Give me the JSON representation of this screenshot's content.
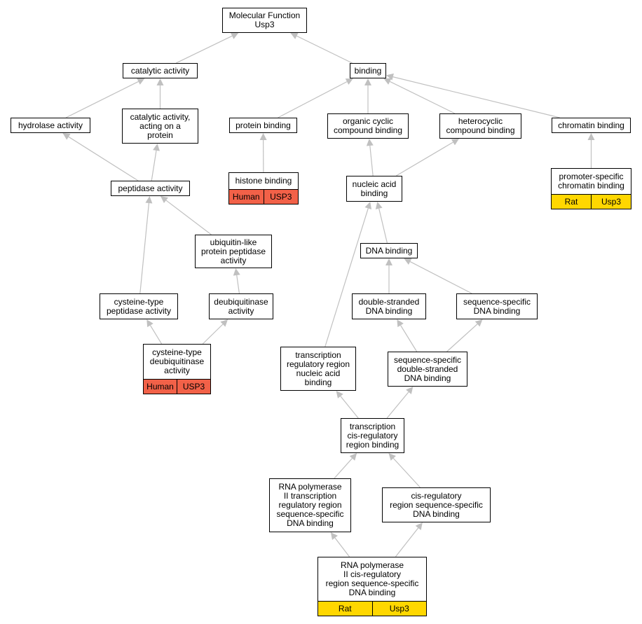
{
  "colors": {
    "edge": "#c0c0c0",
    "human": "#f26148",
    "rat": "#ffd700"
  },
  "nodes": {
    "mf": {
      "lines": [
        "Molecular Function",
        "Usp3"
      ]
    },
    "catalytic": {
      "lines": [
        "catalytic activity"
      ]
    },
    "binding": {
      "lines": [
        "binding"
      ]
    },
    "hydrolase": {
      "lines": [
        "hydrolase activity"
      ]
    },
    "catalytic_protein": {
      "lines": [
        "catalytic activity,",
        "acting on a",
        "protein"
      ]
    },
    "protein_binding": {
      "lines": [
        "protein binding"
      ]
    },
    "organic_cyclic": {
      "lines": [
        "organic cyclic",
        "compound binding"
      ]
    },
    "heterocyclic": {
      "lines": [
        "heterocyclic",
        "compound binding"
      ]
    },
    "chromatin_binding": {
      "lines": [
        "chromatin binding"
      ]
    },
    "peptidase": {
      "lines": [
        "peptidase activity"
      ]
    },
    "histone_binding": {
      "lines": [
        "histone binding"
      ],
      "annotation": [
        "Human",
        "USP3"
      ],
      "annotation_color": "human"
    },
    "nucleic_acid": {
      "lines": [
        "nucleic acid",
        "binding"
      ]
    },
    "promoter_chromatin": {
      "lines": [
        "promoter-specific",
        "chromatin binding"
      ],
      "annotation": [
        "Rat",
        "Usp3"
      ],
      "annotation_color": "rat"
    },
    "ubl_peptidase": {
      "lines": [
        "ubiquitin-like",
        "protein peptidase",
        "activity"
      ]
    },
    "dna_binding": {
      "lines": [
        "DNA binding"
      ]
    },
    "cys_peptidase": {
      "lines": [
        "cysteine-type",
        "peptidase activity"
      ]
    },
    "deubiquitinase": {
      "lines": [
        "deubiquitinase",
        "activity"
      ]
    },
    "ds_dna": {
      "lines": [
        "double-stranded",
        "DNA binding"
      ]
    },
    "ss_dna": {
      "lines": [
        "sequence-specific",
        "DNA binding"
      ]
    },
    "cys_deub": {
      "lines": [
        "cysteine-type",
        "deubiquitinase",
        "activity"
      ],
      "annotation": [
        "Human",
        "USP3"
      ],
      "annotation_color": "human"
    },
    "trr_nucleic": {
      "lines": [
        "transcription",
        "regulatory region",
        "nucleic acid",
        "binding"
      ]
    },
    "ss_ds_dna": {
      "lines": [
        "sequence-specific",
        "double-stranded",
        "DNA binding"
      ]
    },
    "cis_reg": {
      "lines": [
        "transcription",
        "cis-regulatory",
        "region binding"
      ]
    },
    "polii_trr": {
      "lines": [
        "RNA polymerase",
        "II transcription",
        "regulatory region",
        "sequence-specific",
        "DNA binding"
      ]
    },
    "cis_reg_ss": {
      "lines": [
        "cis-regulatory",
        "region sequence-specific",
        "DNA binding"
      ]
    },
    "polii_cis": {
      "lines": [
        "RNA polymerase",
        "II cis-regulatory",
        "region sequence-specific",
        "DNA binding"
      ],
      "annotation": [
        "Rat",
        "Usp3"
      ],
      "annotation_color": "rat"
    }
  },
  "edges": [
    [
      "catalytic",
      "mf"
    ],
    [
      "binding",
      "mf"
    ],
    [
      "hydrolase",
      "catalytic"
    ],
    [
      "catalytic_protein",
      "catalytic"
    ],
    [
      "protein_binding",
      "binding"
    ],
    [
      "organic_cyclic",
      "binding"
    ],
    [
      "heterocyclic",
      "binding"
    ],
    [
      "chromatin_binding",
      "binding"
    ],
    [
      "peptidase",
      "hydrolase"
    ],
    [
      "peptidase",
      "catalytic_protein"
    ],
    [
      "histone_binding",
      "protein_binding"
    ],
    [
      "nucleic_acid",
      "organic_cyclic"
    ],
    [
      "nucleic_acid",
      "heterocyclic"
    ],
    [
      "promoter_chromatin",
      "chromatin_binding"
    ],
    [
      "ubl_peptidase",
      "peptidase"
    ],
    [
      "cys_peptidase",
      "peptidase"
    ],
    [
      "deubiquitinase",
      "ubl_peptidase"
    ],
    [
      "cys_deub",
      "cys_peptidase"
    ],
    [
      "cys_deub",
      "deubiquitinase"
    ],
    [
      "dna_binding",
      "nucleic_acid"
    ],
    [
      "trr_nucleic",
      "nucleic_acid"
    ],
    [
      "ds_dna",
      "dna_binding"
    ],
    [
      "ss_dna",
      "dna_binding"
    ],
    [
      "ss_ds_dna",
      "ds_dna"
    ],
    [
      "ss_ds_dna",
      "ss_dna"
    ],
    [
      "cis_reg",
      "trr_nucleic"
    ],
    [
      "cis_reg",
      "ss_ds_dna"
    ],
    [
      "polii_trr",
      "cis_reg"
    ],
    [
      "cis_reg_ss",
      "cis_reg"
    ],
    [
      "polii_cis",
      "polii_trr"
    ],
    [
      "polii_cis",
      "cis_reg_ss"
    ]
  ]
}
